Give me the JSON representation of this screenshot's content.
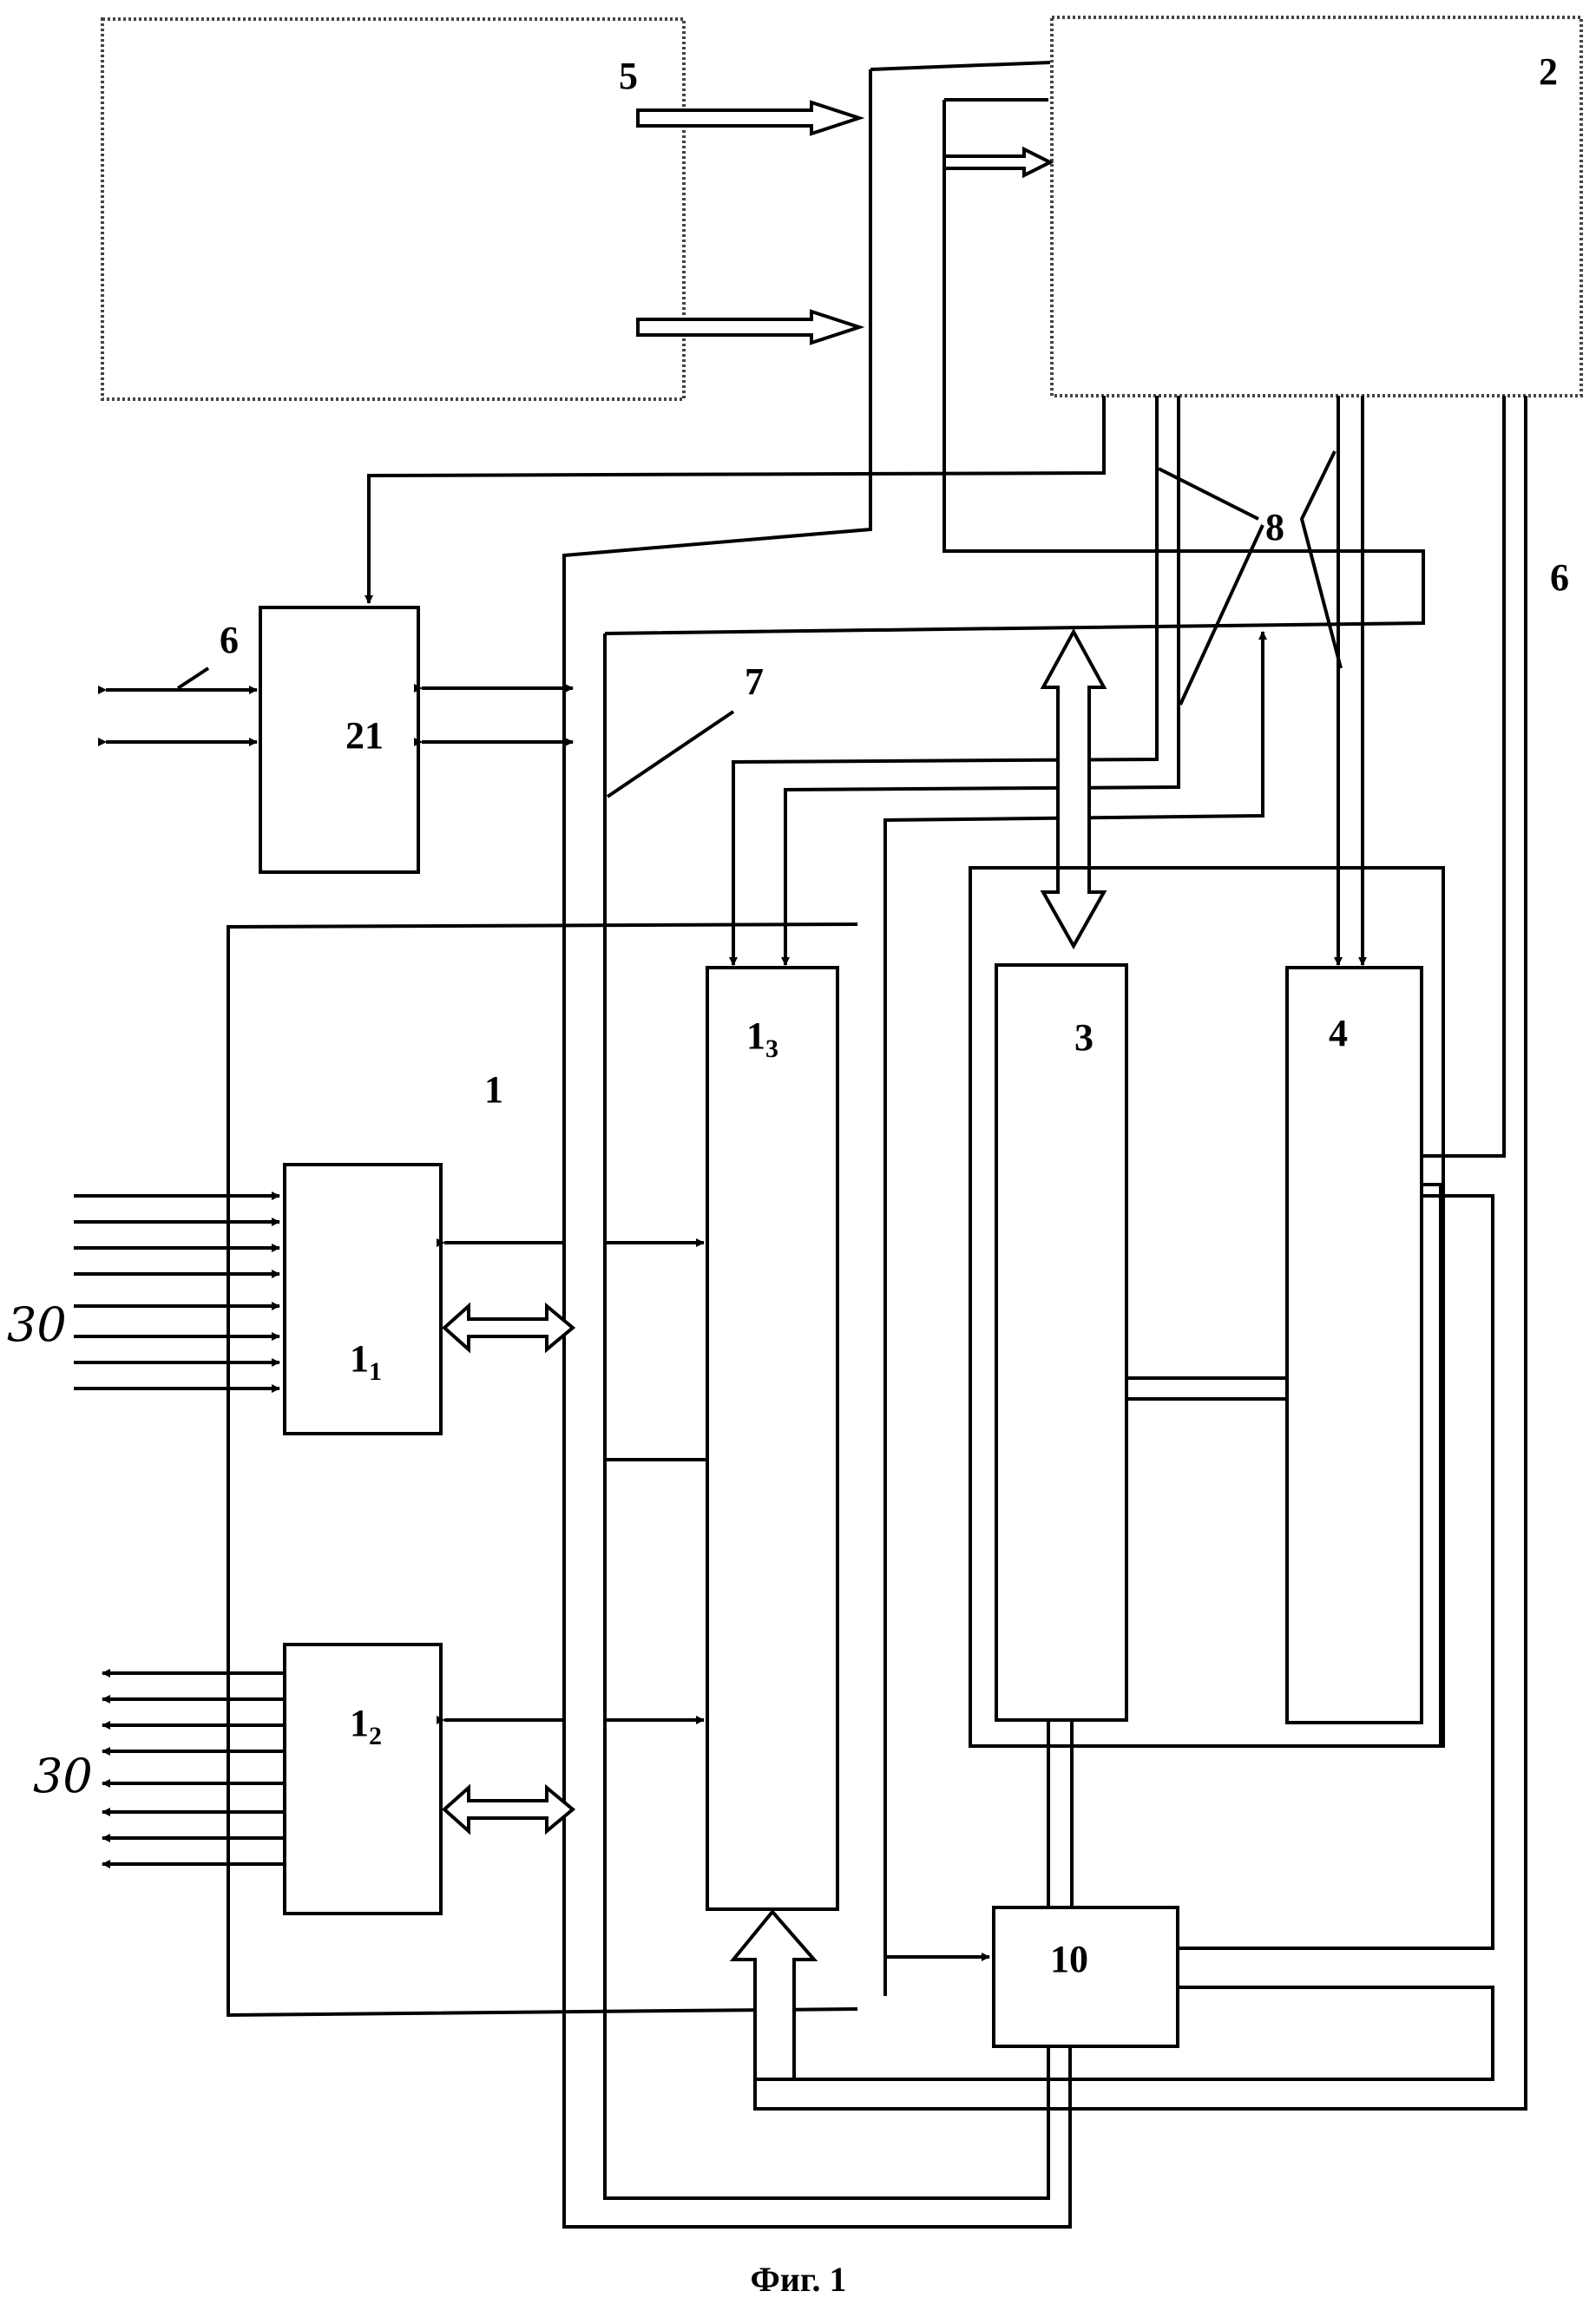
{
  "labels": {
    "block_5": "5",
    "block_2": "2",
    "block_21": "21",
    "block_1": "1",
    "block_1_1": "1",
    "block_1_1_sub": "1",
    "block_1_2": "1",
    "block_1_2_sub": "2",
    "block_1_3": "1",
    "block_1_3_sub": "3",
    "block_3": "3",
    "block_4": "4",
    "block_10": "10",
    "bus_6_left": "6",
    "bus_6_right": "6",
    "bus_7": "7",
    "bus_8": "8",
    "lines_30_top": "30",
    "lines_30_bottom": "30"
  },
  "caption": "Фиг. 1"
}
